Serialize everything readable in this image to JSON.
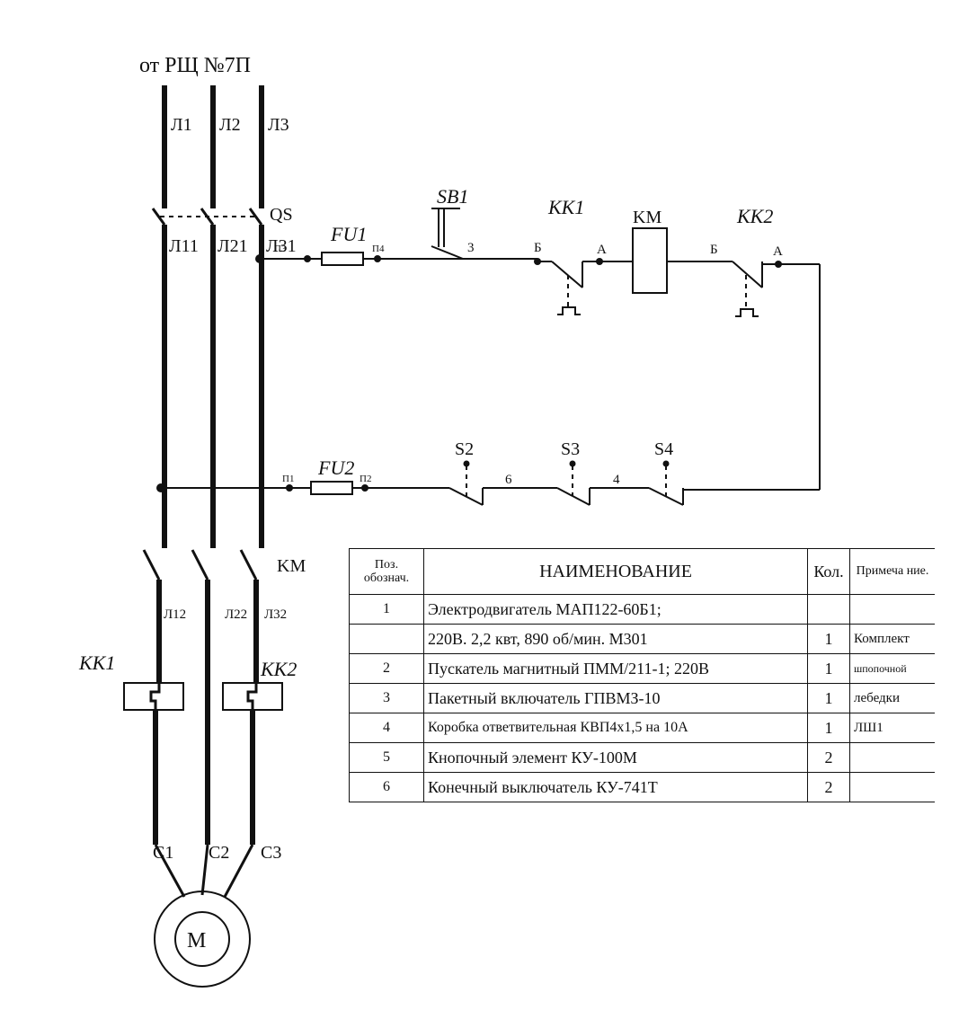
{
  "source_label": "от РЩ №7П",
  "lines": {
    "top": [
      "Л1",
      "Л2",
      "Л3"
    ],
    "after_qs": [
      "Л11",
      "Л21",
      "Л31"
    ],
    "after_km": [
      "Л12",
      "Л22",
      "Л32"
    ],
    "motor_leads": [
      "C1",
      "C2",
      "C3"
    ]
  },
  "components": {
    "qs": "QS",
    "fu1": "FU1",
    "fu2": "FU2",
    "sb1": "SB1",
    "kk1": "KK1",
    "kk2": "KK2",
    "km_coil": "KM",
    "km_contacts": "KM",
    "s2": "S2",
    "s3": "S3",
    "s4": "S4",
    "motor": "M"
  },
  "terminals": {
    "p3": "П3",
    "p4": "П4",
    "p1": "П1",
    "p2": "П2",
    "wire_3": "3",
    "wire_6": "6",
    "wire_4": "4",
    "kk1_b": "Б",
    "kk1_a": "А",
    "kk2_b": "Б",
    "kk2_a": "А"
  },
  "table": {
    "headers": {
      "pos": "Поз. обознач.",
      "name": "НАИМЕНОВАНИЕ",
      "qty": "Кол.",
      "note": "Примеча ние."
    },
    "rows": [
      {
        "pos": "1",
        "name": "Электродвигатель МАП122-60Б1;",
        "qty": "",
        "note": ""
      },
      {
        "pos": "",
        "name": "220В. 2,2 квт, 890 об/мин. М301",
        "qty": "1",
        "note": "Комплект"
      },
      {
        "pos": "2",
        "name": "Пускатель магнитный ПММ/211-1; 220В",
        "qty": "1",
        "note": "шпопочной"
      },
      {
        "pos": "3",
        "name": "Пакетный включатель ГПВМЗ-10",
        "qty": "1",
        "note": "лебедки"
      },
      {
        "pos": "4",
        "name": "Коробка ответвительная КВП4х1,5 на 10А",
        "qty": "1",
        "note": "ЛШ1"
      },
      {
        "pos": "5",
        "name": "Кнопочный элемент КУ-100М",
        "qty": "2",
        "note": ""
      },
      {
        "pos": "6",
        "name": "Конечный выключатель КУ-741Т",
        "qty": "2",
        "note": ""
      }
    ]
  }
}
